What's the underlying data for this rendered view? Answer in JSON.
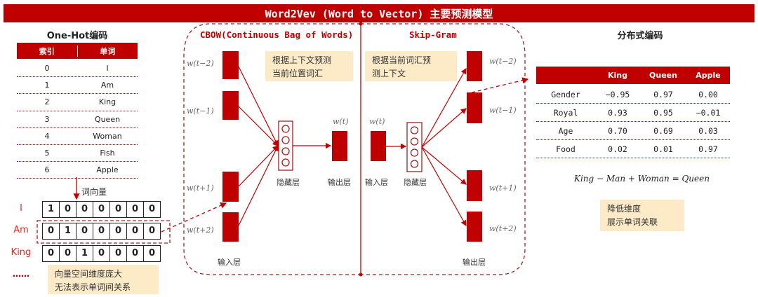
{
  "title": "Word2Vev (Word to Vector) 主要预测模型",
  "onehot": {
    "heading": "One-Hot编码",
    "columns": [
      "索引",
      "单词"
    ],
    "rows": [
      [
        "0",
        "I"
      ],
      [
        "1",
        "Am"
      ],
      [
        "2",
        "King"
      ],
      [
        "3",
        "Queen"
      ],
      [
        "4",
        "Woman"
      ],
      [
        "5",
        "Fish"
      ],
      [
        "6",
        "Apple"
      ]
    ],
    "vector_label": "词向量",
    "vectors": [
      {
        "word": "I",
        "bits": [
          "1",
          "0",
          "0",
          "0",
          "0",
          "0",
          "0"
        ]
      },
      {
        "word": "Am",
        "bits": [
          "0",
          "1",
          "0",
          "0",
          "0",
          "0",
          "0"
        ]
      },
      {
        "word": "King",
        "bits": [
          "0",
          "0",
          "1",
          "0",
          "0",
          "0",
          "0"
        ]
      }
    ],
    "ellipsis": "……",
    "note": [
      "向量空间维度庞大",
      "无法表示单词间关系"
    ]
  },
  "cbow": {
    "heading": "CBOW(Continuous Bag of Words)",
    "note": [
      "根据上下文预测",
      "当前位置词汇"
    ],
    "inputs": [
      "w(t−2)",
      "w(t−1)",
      "w(t+1)",
      "w(t+2)"
    ],
    "output": "w(t)",
    "hidden_label": "隐藏层",
    "output_label": "输出层",
    "input_label": "输入层"
  },
  "skipgram": {
    "heading": "Skip-Gram",
    "note": [
      "根据当前词汇预",
      "测上下文"
    ],
    "input": "w(t)",
    "outputs": [
      "w(t−2)",
      "w(t−1)",
      "w(t+1)",
      "w(t+2)"
    ],
    "input_label": "输入层",
    "hidden_label": "隐藏层",
    "output_label": "输出层"
  },
  "distributed": {
    "heading": "分布式编码",
    "columns": [
      "",
      "King",
      "Queen",
      "Apple"
    ],
    "rows": [
      [
        "Gender",
        "−0.95",
        "0.97",
        "0.00"
      ],
      [
        "Royal",
        "0.93",
        "0.95",
        "−0.01"
      ],
      [
        "Age",
        "0.70",
        "0.69",
        "0.03"
      ],
      [
        "Food",
        "0.02",
        "0.01",
        "0.97"
      ]
    ],
    "equation": "King − Man + Woman = Queen",
    "note": [
      "降低维度",
      "展示单词关联"
    ]
  },
  "colors": {
    "accent": "#c00000",
    "note_bg": "#fdebc8"
  }
}
